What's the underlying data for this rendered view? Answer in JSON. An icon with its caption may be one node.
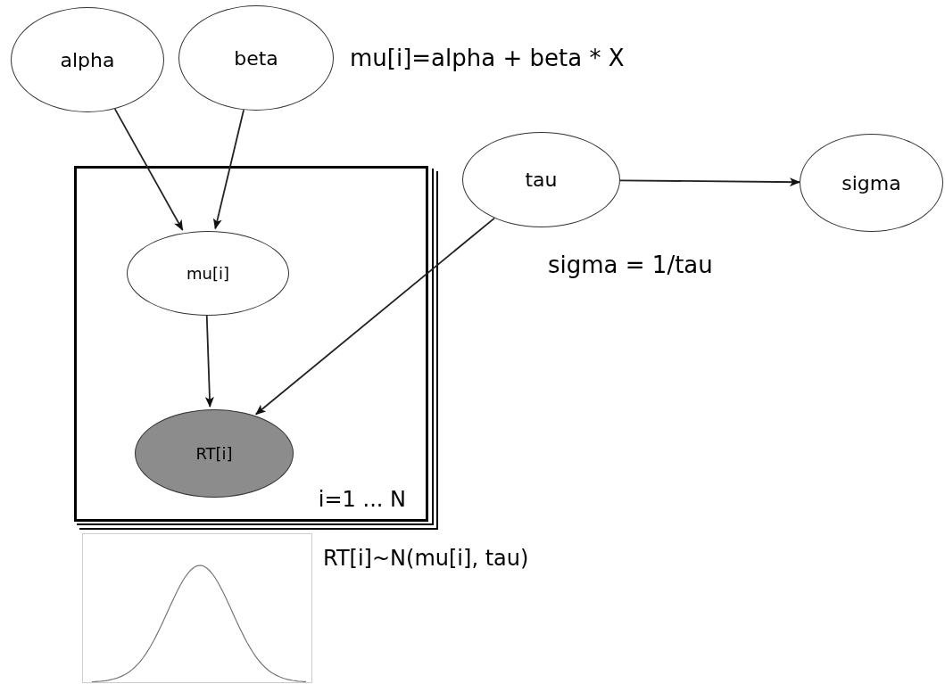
{
  "diagram": {
    "nodes": [
      {
        "text": [
          "alpha"
        ]
      },
      {
        "text": [
          "beta"
        ]
      },
      {
        "text": [
          "i=1 ... N"
        ]
      },
      {
        "text": [
          "mu[i]"
        ],
        "in": 2
      },
      {
        "text": [
          "RT[i]"
        ],
        "in": 2
      },
      {
        "text": [
          "tau"
        ]
      },
      {
        "text": [
          "sigma"
        ]
      }
    ],
    "edges": [
      {
        "from": 0,
        "to": 3,
        "arrow": "to"
      },
      {
        "from": 1,
        "to": 3,
        "arrow": "to"
      },
      {
        "from": 5,
        "to": 6,
        "arrow": "to"
      },
      {
        "from": 3,
        "to": 4,
        "arrow": "to"
      },
      {
        "from": 5,
        "to": 4,
        "arrow": "to"
      }
    ],
    "labels": [
      "mu[i]=alpha + beta * X",
      "sigma = 1/tau",
      "RT[i]~N(mu[i], tau)"
    ]
  }
}
